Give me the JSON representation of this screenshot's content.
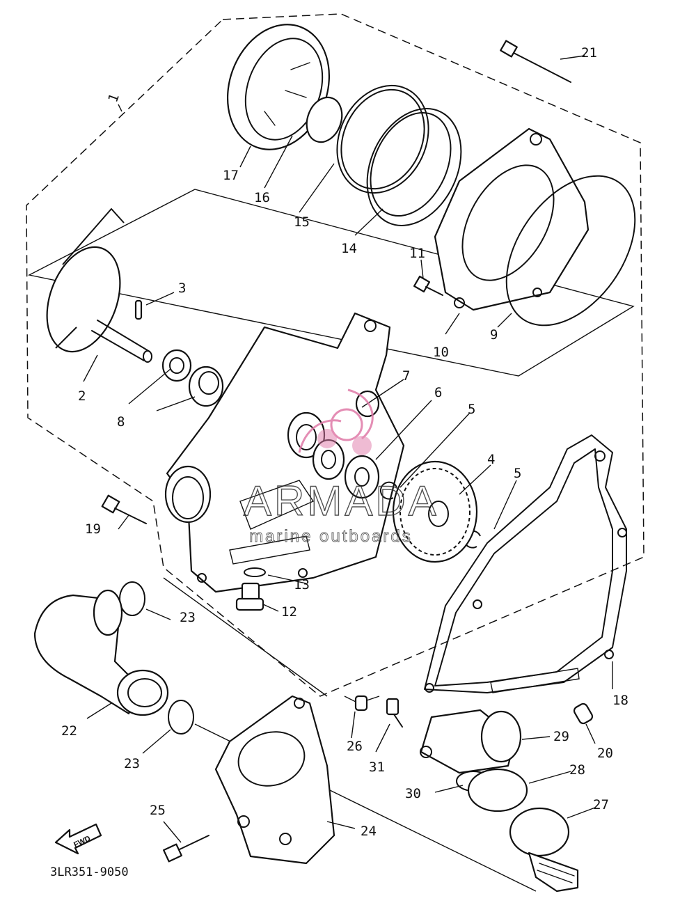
{
  "diagram": {
    "part_code": "3LR351-9050",
    "direction_label": "FWD",
    "watermark": {
      "brand": "ARMADA",
      "tagline": "marine outboards",
      "logo_color": "#e07aa8"
    },
    "labels": {
      "p1": "1",
      "p2": "2",
      "p3": "3",
      "p4": "4",
      "p5a": "5",
      "p5b": "5",
      "p6": "6",
      "p7": "7",
      "p8": "8",
      "p9": "9",
      "p10": "10",
      "p11": "11",
      "p12": "12",
      "p13": "13",
      "p14": "14",
      "p15": "15",
      "p16": "16",
      "p17": "17",
      "p18": "18",
      "p19": "19",
      "p20": "20",
      "p21": "21",
      "p22": "22",
      "p23a": "23",
      "p23b": "23",
      "p24": "24",
      "p25": "25",
      "p26": "26",
      "p27": "27",
      "p28": "28",
      "p29": "29",
      "p30": "30",
      "p31": "31"
    }
  }
}
